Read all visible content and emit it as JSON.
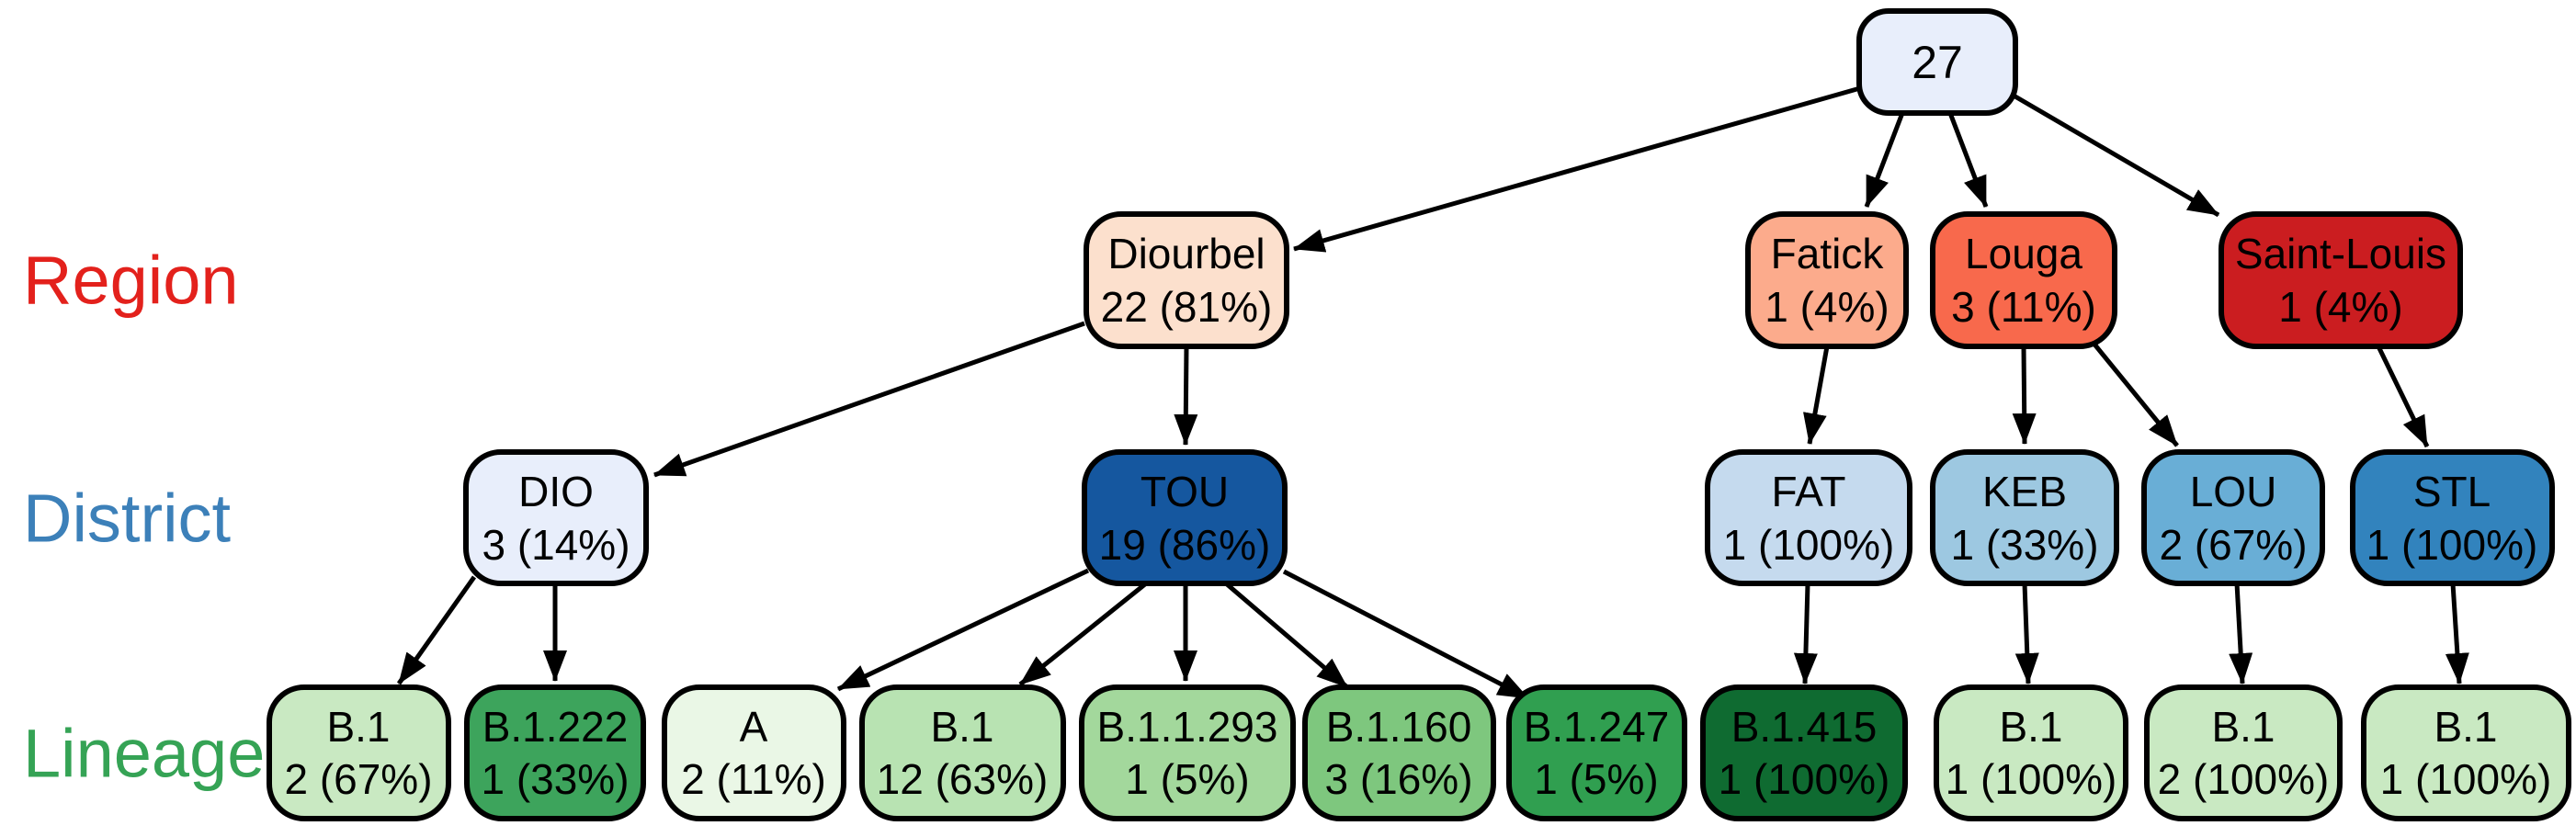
{
  "figure": {
    "description": "Hierarchical tree of sample counts by Region, District and Lineage",
    "rows": [
      {
        "label": "Region",
        "color": "#e3211c"
      },
      {
        "label": "District",
        "color": "#3c80b9"
      },
      {
        "label": "Lineage",
        "color": "#35a355"
      }
    ],
    "root": {
      "label": "27",
      "color": "#e8eefb"
    },
    "regions": [
      {
        "name": "Diourbel",
        "count": "22 (81%)",
        "color": "#fce0cd",
        "parent": "27"
      },
      {
        "name": "Fatick",
        "count": "1 (4%)",
        "color": "#fcab8c",
        "parent": "27"
      },
      {
        "name": "Louga",
        "count": "3 (11%)",
        "color": "#f8694c",
        "parent": "27"
      },
      {
        "name": "Saint-Louis",
        "count": "1 (4%)",
        "color": "#cb1d20",
        "parent": "27"
      }
    ],
    "districts": [
      {
        "name": "DIO",
        "count": "3 (14%)",
        "color": "#e8eefb",
        "parent": "Diourbel"
      },
      {
        "name": "TOU",
        "count": "19 (86%)",
        "color": "#15579f",
        "parent": "Diourbel"
      },
      {
        "name": "FAT",
        "count": "1 (100%)",
        "color": "#c5daee",
        "parent": "Fatick"
      },
      {
        "name": "KEB",
        "count": "1 (33%)",
        "color": "#9dc8e1",
        "parent": "Louga"
      },
      {
        "name": "LOU",
        "count": "2 (67%)",
        "color": "#69aed6",
        "parent": "Louga"
      },
      {
        "name": "STL",
        "count": "1 (100%)",
        "color": "#3283bd",
        "parent": "Saint-Louis"
      }
    ],
    "lineages": [
      {
        "name": "B.1",
        "count": "2 (67%)",
        "color": "#c9e9c2",
        "parent": "DIO"
      },
      {
        "name": "B.1.222",
        "count": "1 (33%)",
        "color": "#3da45c",
        "parent": "DIO"
      },
      {
        "name": "A",
        "count": "2 (11%)",
        "color": "#eaf7e6",
        "parent": "TOU"
      },
      {
        "name": "B.1",
        "count": "12 (63%)",
        "color": "#b8e3b2",
        "parent": "TOU"
      },
      {
        "name": "B.1.1.293",
        "count": "1 (5%)",
        "color": "#a3d89c",
        "parent": "TOU"
      },
      {
        "name": "B.1.160",
        "count": "3 (16%)",
        "color": "#7ec77e",
        "parent": "TOU"
      },
      {
        "name": "B.1.247",
        "count": "1 (5%)",
        "color": "#309f50",
        "parent": "TOU"
      },
      {
        "name": "B.1.415",
        "count": "1 (100%)",
        "color": "#0f6b31",
        "parent": "FAT"
      },
      {
        "name": "B.1",
        "count": "1 (100%)",
        "color": "#c9e9c2",
        "parent": "KEB"
      },
      {
        "name": "B.1",
        "count": "2 (100%)",
        "color": "#c9e9c2",
        "parent": "LOU"
      },
      {
        "name": "B.1",
        "count": "1 (100%)",
        "color": "#c9e9c2",
        "parent": "STL"
      }
    ]
  }
}
